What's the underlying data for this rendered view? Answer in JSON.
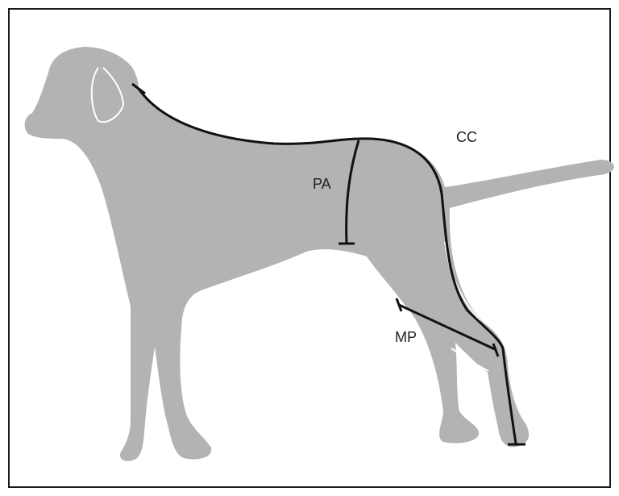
{
  "figure": {
    "labels": {
      "cc": "CC",
      "pa": "PA",
      "mp": "MP"
    },
    "colors": {
      "silhouette": "#b3b3b3",
      "measure_line": "#111111",
      "highlight": "#ffffff",
      "border": "#1a1a1a"
    }
  }
}
